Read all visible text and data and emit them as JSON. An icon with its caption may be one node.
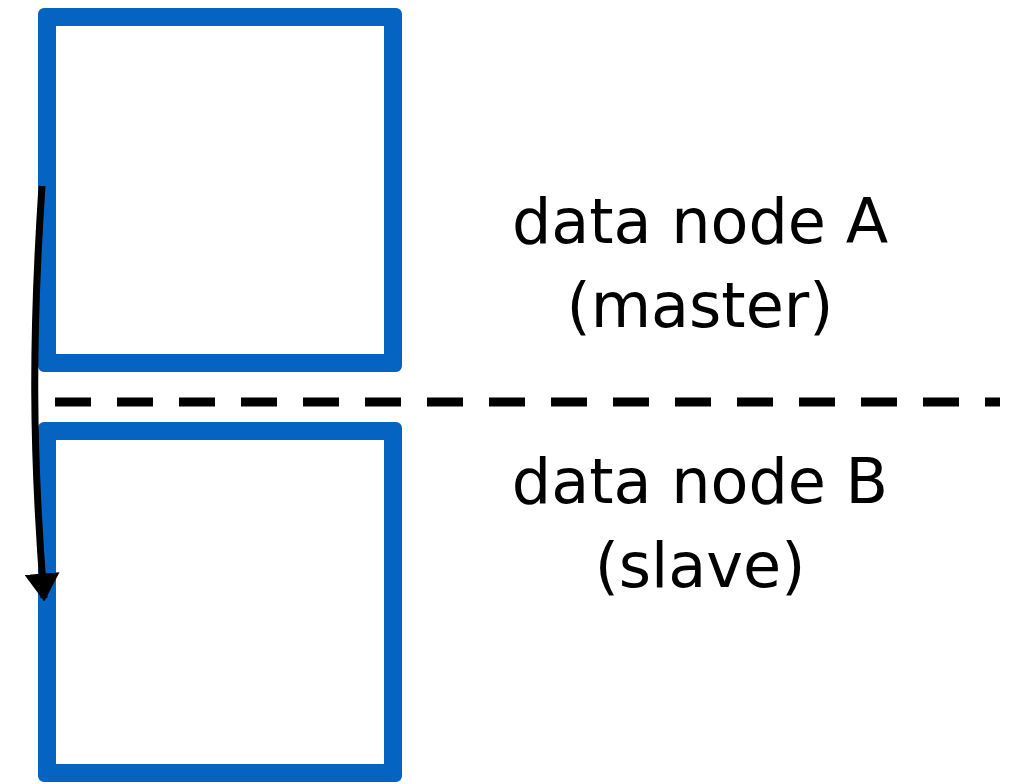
{
  "diagram": {
    "nodes": [
      {
        "text": [],
        "shape": "box",
        "beside": [
          "data node A (master)"
        ]
      },
      {
        "text": [],
        "shape": "box",
        "beside": [
          "data node B (slave)"
        ]
      }
    ],
    "edges": [
      {
        "from": 0,
        "to": 1,
        "arrow": "to"
      }
    ]
  }
}
